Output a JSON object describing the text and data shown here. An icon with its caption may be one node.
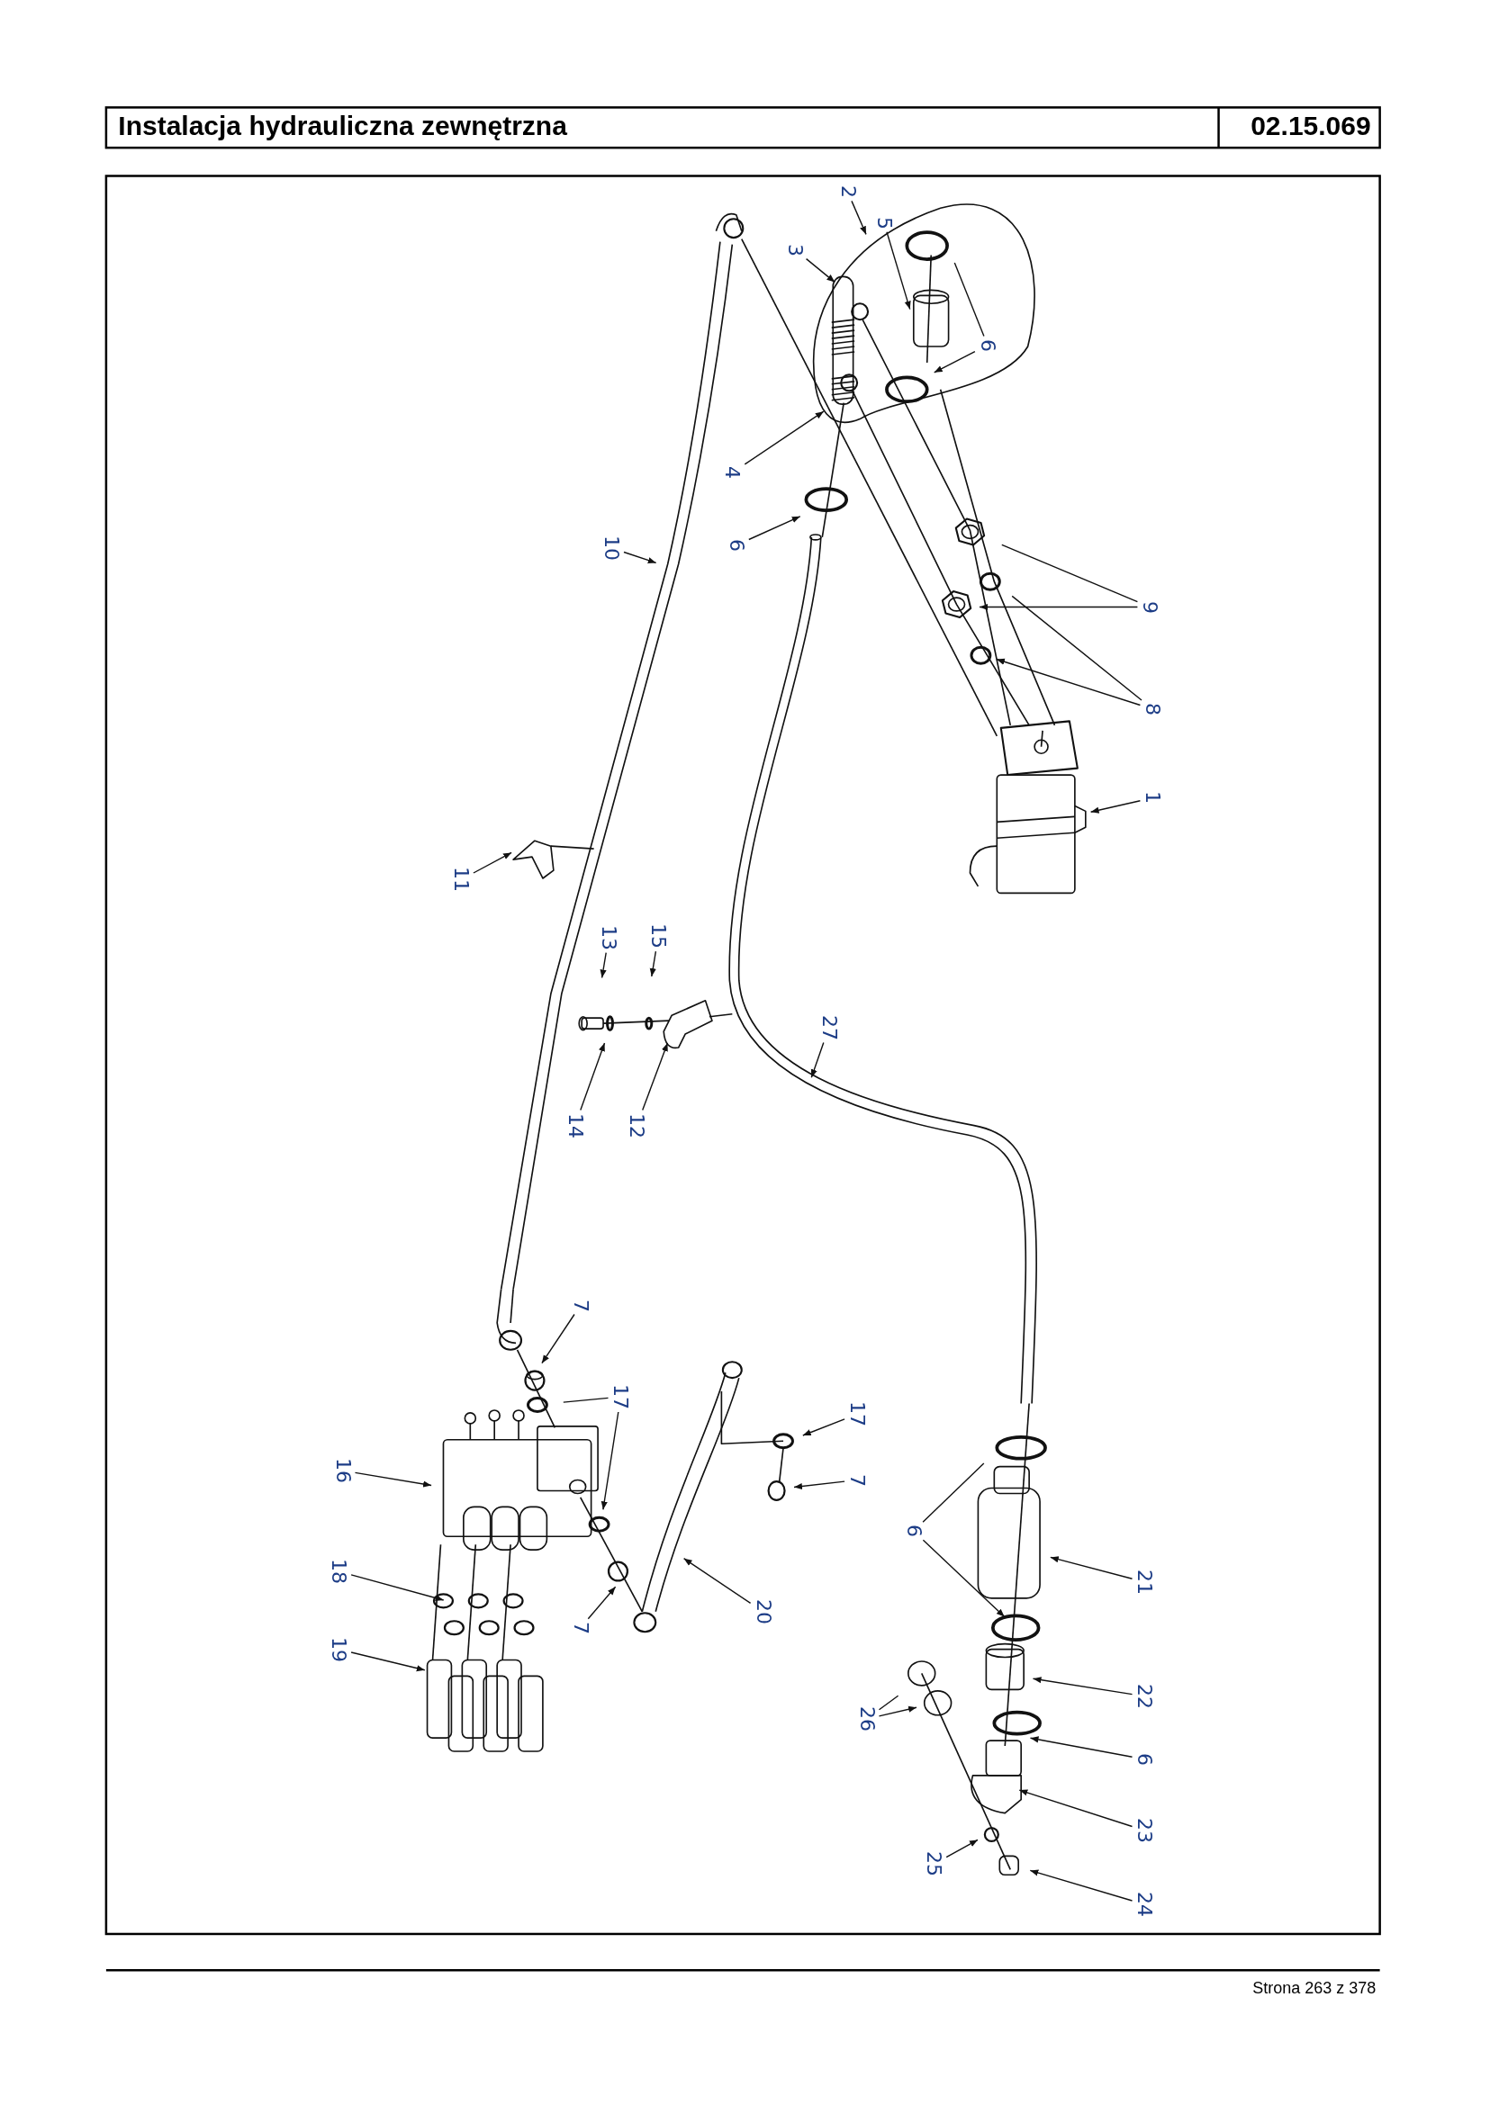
{
  "diagram": {
    "title": "Instalacja hydrauliczna zewnętrzna",
    "nodes": [
      {
        "text": [
          "2"
        ]
      },
      {
        "text": [
          "3"
        ]
      },
      {
        "text": [
          "5"
        ]
      },
      {
        "text": [
          "6"
        ]
      },
      {
        "text": [
          "4"
        ]
      },
      {
        "text": [
          "6"
        ]
      },
      {
        "text": [
          "10"
        ]
      },
      {
        "text": [
          "9"
        ]
      },
      {
        "text": [
          "8"
        ]
      },
      {
        "text": [
          "1"
        ]
      },
      {
        "text": [
          "11"
        ]
      },
      {
        "text": [
          "13"
        ]
      },
      {
        "text": [
          "15"
        ]
      },
      {
        "text": [
          "14"
        ]
      },
      {
        "text": [
          "12"
        ]
      },
      {
        "text": [
          "27"
        ]
      },
      {
        "text": [
          "7"
        ]
      },
      {
        "text": [
          "17"
        ]
      },
      {
        "text": [
          "17"
        ]
      },
      {
        "text": [
          "16"
        ]
      },
      {
        "text": [
          "7"
        ]
      },
      {
        "text": [
          "6"
        ]
      },
      {
        "text": [
          "18"
        ]
      },
      {
        "text": [
          "21"
        ]
      },
      {
        "text": [
          "20"
        ]
      },
      {
        "text": [
          "7"
        ]
      },
      {
        "text": [
          "19"
        ]
      },
      {
        "text": [
          "22"
        ]
      },
      {
        "text": [
          "26"
        ]
      },
      {
        "text": [
          "6"
        ]
      },
      {
        "text": [
          "23"
        ]
      },
      {
        "text": [
          "25"
        ]
      },
      {
        "text": [
          "24"
        ]
      }
    ],
    "edges": [
      {
        "from": 0,
        "to": null,
        "arrow": "to"
      },
      {
        "from": 1,
        "to": null,
        "arrow": "to"
      },
      {
        "from": 2,
        "to": null,
        "arrow": "to"
      },
      {
        "from": 3,
        "to": null,
        "arrow": "none"
      },
      {
        "from": 3,
        "to": null,
        "arrow": "to"
      },
      {
        "from": 4,
        "to": null,
        "arrow": "to"
      },
      {
        "from": 5,
        "to": null,
        "arrow": "to"
      },
      {
        "from": 6,
        "to": null,
        "arrow": "to"
      },
      {
        "from": 7,
        "to": null,
        "arrow": "none"
      },
      {
        "from": 7,
        "to": null,
        "arrow": "to"
      },
      {
        "from": 8,
        "to": null,
        "arrow": "none"
      },
      {
        "from": 8,
        "to": null,
        "arrow": "to"
      },
      {
        "from": 9,
        "to": null,
        "arrow": "to"
      },
      {
        "from": 10,
        "to": null,
        "arrow": "to"
      },
      {
        "from": 11,
        "to": null,
        "arrow": "to"
      },
      {
        "from": 12,
        "to": null,
        "arrow": "to"
      },
      {
        "from": 13,
        "to": null,
        "arrow": "to"
      },
      {
        "from": 14,
        "to": null,
        "arrow": "to"
      },
      {
        "from": 15,
        "to": null,
        "arrow": "to"
      },
      {
        "from": 16,
        "to": null,
        "arrow": "to"
      },
      {
        "from": 17,
        "to": null,
        "arrow": "none"
      },
      {
        "from": 17,
        "to": null,
        "arrow": "to"
      },
      {
        "from": 18,
        "to": null,
        "arrow": "to"
      },
      {
        "from": 19,
        "to": null,
        "arrow": "to"
      },
      {
        "from": 20,
        "to": null,
        "arrow": "to"
      },
      {
        "from": 21,
        "to": null,
        "arrow": "none"
      },
      {
        "from": 21,
        "to": null,
        "arrow": "to"
      },
      {
        "from": 22,
        "to": null,
        "arrow": "to"
      },
      {
        "from": 23,
        "to": null,
        "arrow": "to"
      },
      {
        "from": 24,
        "to": null,
        "arrow": "to"
      },
      {
        "from": 25,
        "to": null,
        "arrow": "to"
      },
      {
        "from": 26,
        "to": null,
        "arrow": "to"
      },
      {
        "from": 27,
        "to": null,
        "arrow": "to"
      },
      {
        "from": 28,
        "to": null,
        "arrow": "none"
      },
      {
        "from": 28,
        "to": null,
        "arrow": "to"
      },
      {
        "from": 29,
        "to": null,
        "arrow": "to"
      },
      {
        "from": 30,
        "to": null,
        "arrow": "to"
      },
      {
        "from": 31,
        "to": null,
        "arrow": "to"
      },
      {
        "from": 32,
        "to": null,
        "arrow": "to"
      }
    ],
    "labels": [
      "02.15.069",
      "Strona 263 z 378"
    ]
  }
}
